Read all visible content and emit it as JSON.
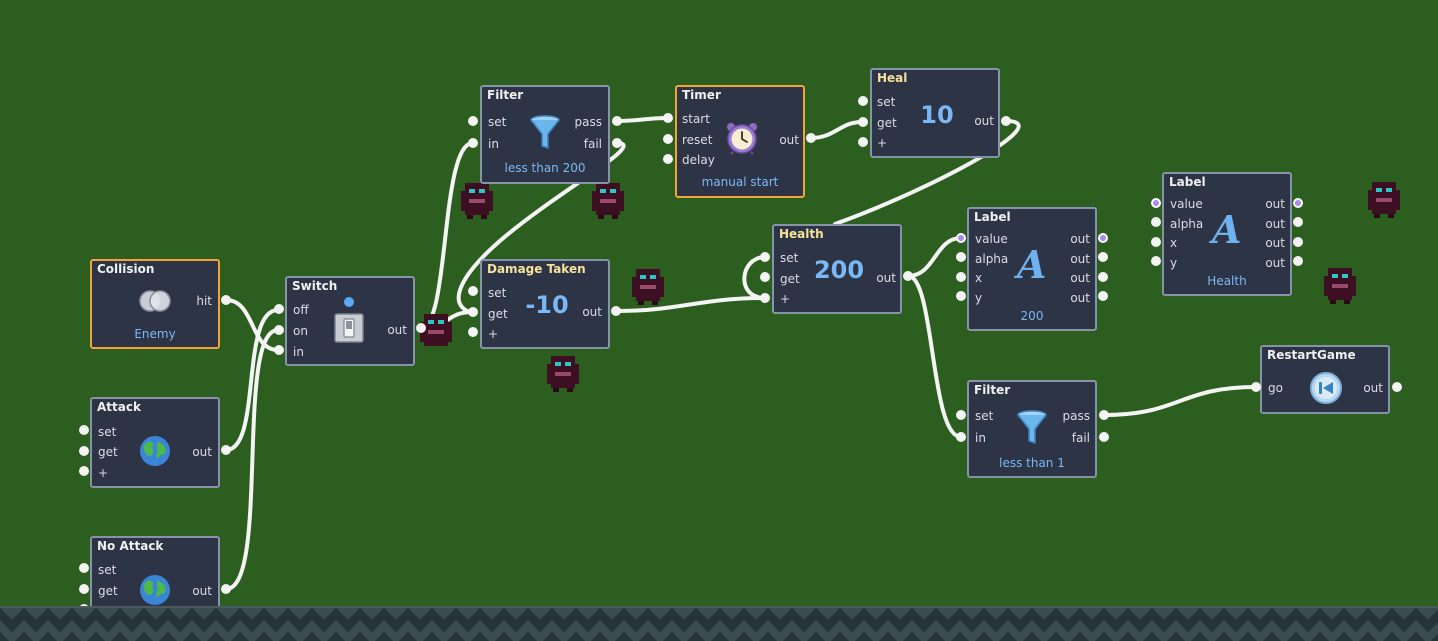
{
  "nodes": {
    "collision": {
      "title": "Collision",
      "out": "hit",
      "subtitle": "Enemy"
    },
    "attack": {
      "title": "Attack",
      "inputs": [
        "set",
        "get",
        "+"
      ],
      "out": "out"
    },
    "noattack": {
      "title": "No Attack",
      "inputs": [
        "set",
        "get",
        "+"
      ],
      "out": "out"
    },
    "switch": {
      "title": "Switch",
      "inputs": [
        "off",
        "on",
        "in"
      ],
      "out": "out"
    },
    "filter1": {
      "title": "Filter",
      "inputs": [
        "set",
        "in"
      ],
      "outputs": [
        "pass",
        "fail"
      ],
      "subtitle": "less than 200"
    },
    "damage": {
      "title": "Damage Taken",
      "inputs": [
        "set",
        "get",
        "+"
      ],
      "value": "-10",
      "out": "out"
    },
    "timer": {
      "title": "Timer",
      "inputs": [
        "start",
        "reset",
        "delay"
      ],
      "out": "out",
      "subtitle": "manual start"
    },
    "heal": {
      "title": "Heal",
      "inputs": [
        "set",
        "get",
        "+"
      ],
      "value": "10",
      "out": "out"
    },
    "health": {
      "title": "Health",
      "inputs": [
        "set",
        "get",
        "+"
      ],
      "value": "200",
      "out": "out"
    },
    "label1": {
      "title": "Label",
      "inputs": [
        "value",
        "alpha",
        "x",
        "y"
      ],
      "outputs": [
        "out",
        "out",
        "out",
        "out"
      ],
      "glyph": "A",
      "subtitle": "200"
    },
    "label2": {
      "title": "Label",
      "inputs": [
        "value",
        "alpha",
        "x",
        "y"
      ],
      "outputs": [
        "out",
        "out",
        "out",
        "out"
      ],
      "glyph": "A",
      "subtitle": "Health"
    },
    "filter2": {
      "title": "Filter",
      "inputs": [
        "set",
        "in"
      ],
      "outputs": [
        "pass",
        "fail"
      ],
      "subtitle": "less than 1"
    },
    "restart": {
      "title": "RestartGame",
      "input": "go",
      "out": "out"
    }
  },
  "icons": {
    "collision": "overlap-circles-icon",
    "attack": "globe-icon",
    "switch": "toggle-switch-icon",
    "filter": "funnel-icon",
    "timer": "alarm-clock-icon",
    "label": "letter-a-icon",
    "restart": "restart-icon",
    "enemy": "enemy-sprite"
  },
  "colors": {
    "background": "#2b5e1f",
    "node_fill": "#2d3445",
    "node_border": "#8793a8",
    "highlight_border": "#f2a43a",
    "value_text": "#7ab8f5",
    "wire": "#f4f4f4",
    "port_purple": "#a98af0"
  }
}
